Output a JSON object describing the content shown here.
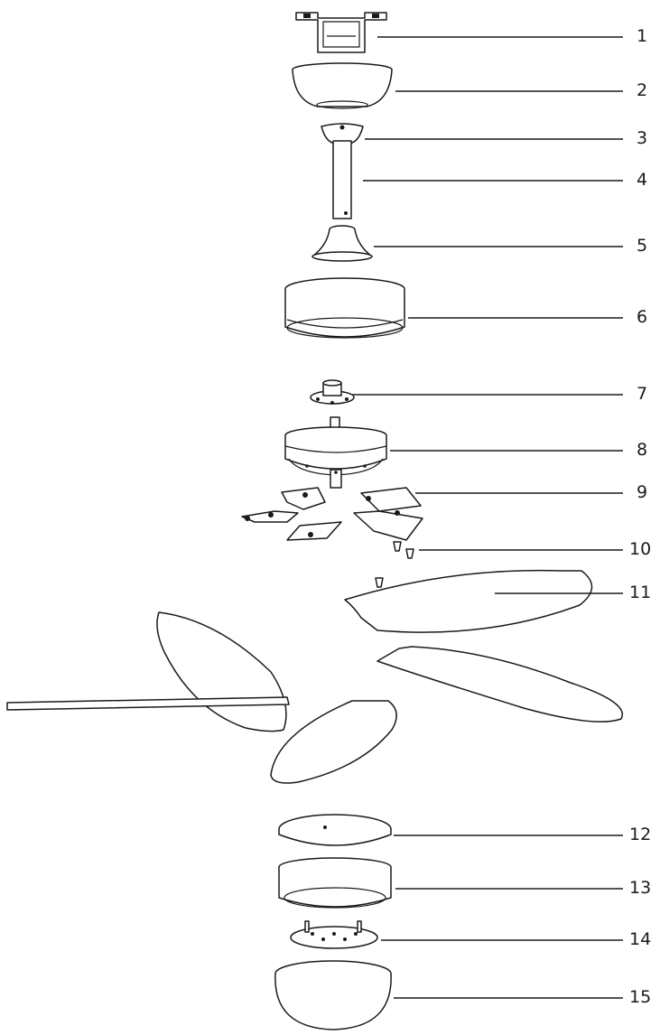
{
  "parts": [
    {
      "number": "1"
    },
    {
      "number": "2"
    },
    {
      "number": "3"
    },
    {
      "number": "4"
    },
    {
      "number": "5"
    },
    {
      "number": "6"
    },
    {
      "number": "7"
    },
    {
      "number": "8"
    },
    {
      "number": "9"
    },
    {
      "number": "10"
    },
    {
      "number": "11"
    },
    {
      "number": "12"
    },
    {
      "number": "13"
    },
    {
      "number": "14"
    },
    {
      "number": "15"
    }
  ]
}
